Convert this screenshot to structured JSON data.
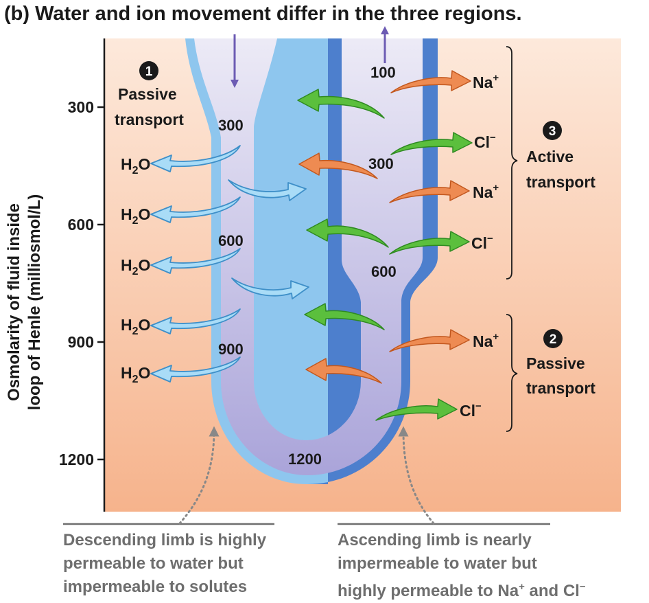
{
  "title": "(b) Water and ion movement differ in the three regions.",
  "y_axis": {
    "label_line1": "Osmolarity of fluid inside",
    "label_line2": "loop of Henle (milliosmol/L)",
    "ticks": [
      "300",
      "600",
      "900",
      "1200"
    ]
  },
  "inside_values": {
    "asc_top": "100",
    "desc_300": "300",
    "asc_300": "300",
    "desc_600": "600",
    "asc_600": "600",
    "desc_900": "900",
    "bottom_1200": "1200"
  },
  "steps": {
    "step1": {
      "number": "1",
      "line1": "Passive",
      "line2": "transport"
    },
    "step2": {
      "number": "2",
      "line1": "Passive",
      "line2": "transport"
    },
    "step3": {
      "number": "3",
      "line1": "Active",
      "line2": "transport"
    }
  },
  "molecules": {
    "water": {
      "main": "H",
      "sub": "2",
      "tail": "O"
    },
    "sodium": {
      "main": "Na",
      "sup": "+"
    },
    "chloride": {
      "main": "Cl",
      "sup": "−"
    }
  },
  "captions": {
    "descending": {
      "line1": "Descending limb is highly",
      "line2": "permeable to water but",
      "line3": "impermeable to solutes"
    },
    "ascending": {
      "line1": "Ascending limb is nearly",
      "line2": "impermeable to water but",
      "line3_text": "highly permeable to Na",
      "line3_sup1": "+",
      "line3_mid": " and Cl",
      "line3_sup2": "−"
    }
  },
  "colors": {
    "background_top": "#fde9db",
    "background_bottom": "#f6b38c",
    "descending_wall": "#8ec6ee",
    "ascending_wall": "#4d7fcd",
    "lumen_top": "#eceaf6",
    "lumen_bottom": "#a9a3d9",
    "water_arrow": "#a9dcf7",
    "sodium_arrow": "#ee8b52",
    "chloride_arrow": "#5bbf3d",
    "flow_arrow": "#6c5bb3",
    "caption_text": "#6e6e6e"
  }
}
